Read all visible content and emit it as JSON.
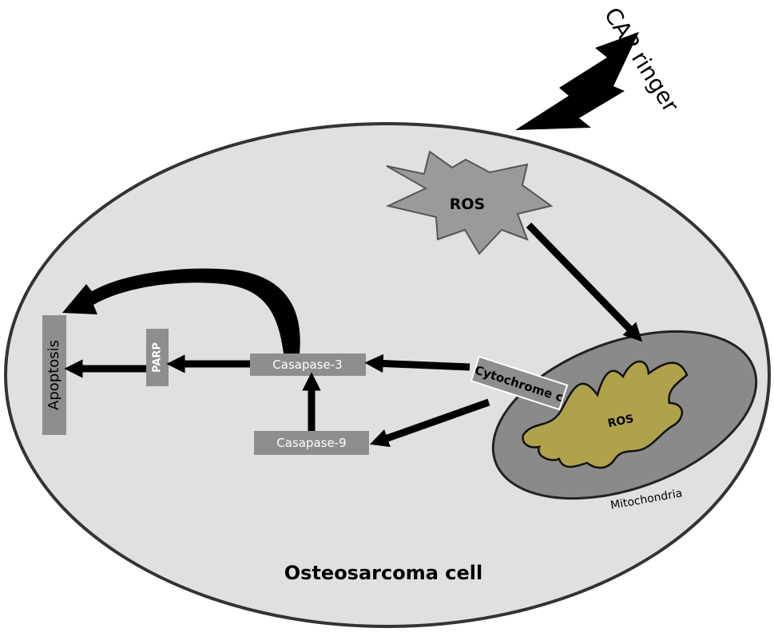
{
  "labels": {
    "cap_ringer": "CAP ringer",
    "ros_outside": "ROS",
    "ros_mito": "ROS",
    "cytochrome": "Cytochrome c",
    "casapase3": "Casapase-3",
    "casapase9": "Casapase-9",
    "parp": "PARP",
    "apoptosis": "Apoptosis",
    "mitochondria": "Mitochondria",
    "cell": "Osteosarcoma cell"
  },
  "colors": {
    "cell_fill": "#e0e0e0",
    "mito_fill": "#8a8a8a",
    "mito_inner": "#b0a24a",
    "box_fill": "#8e8e8e",
    "arrow": "#000000"
  }
}
